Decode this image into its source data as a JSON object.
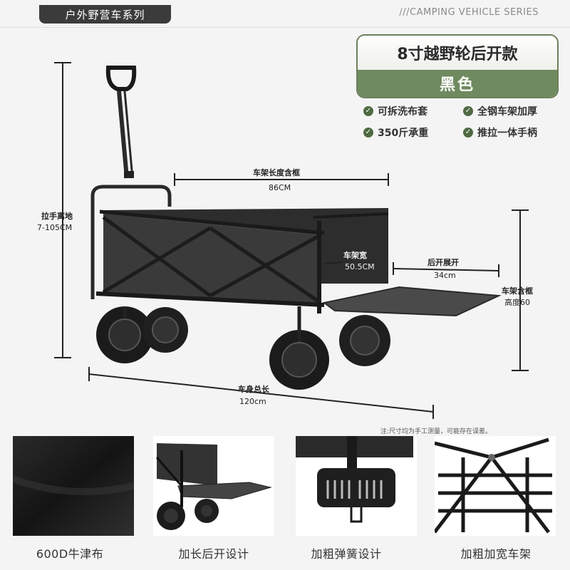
{
  "header": {
    "series_title": "户外野营车系列",
    "series_en": "///CAMPING VEHICLE SERIES"
  },
  "model": {
    "title": "8寸越野轮后开款",
    "color": "黑色",
    "accent_color": "#6f8a5f"
  },
  "features": [
    {
      "icon": "check-circle-icon",
      "label": "可拆洗布套"
    },
    {
      "icon": "check-circle-icon",
      "label": "全钢车架加厚"
    },
    {
      "icon": "check-circle-icon",
      "label": "350斤承重"
    },
    {
      "icon": "check-circle-icon",
      "label": "推拉一体手柄"
    }
  ],
  "dimensions": {
    "frame_length_label": "车架长度含框",
    "frame_length_value": "86CM",
    "handle_height_label": "拉手离地",
    "handle_height_value": "7-105CM",
    "frame_width_label": "车架宽",
    "frame_width_value": "50.5CM",
    "rear_open_label": "后开展开",
    "rear_open_value": "34cm",
    "frame_height_label": "车架含框",
    "frame_height_value": "高度60",
    "body_length_label": "车身总长",
    "body_length_value": "120cm"
  },
  "note": "注:尺寸均为手工测量，可能存在误差。",
  "thumbnails": [
    {
      "label": "600D牛津布"
    },
    {
      "label": "加长后开设计"
    },
    {
      "label": "加粗弹簧设计"
    },
    {
      "label": "加粗加宽车架"
    }
  ]
}
